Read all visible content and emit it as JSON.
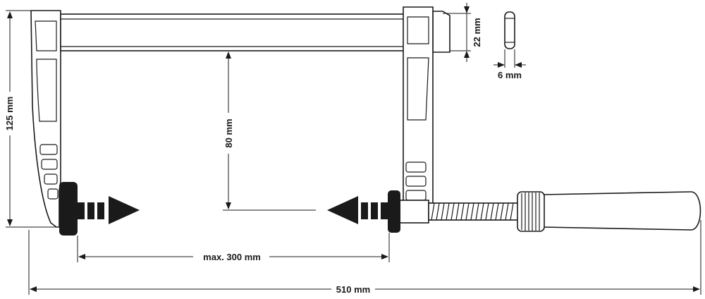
{
  "diagram": {
    "dimensions": {
      "overall_length": "510 mm",
      "max_opening": "max. 300 mm",
      "throat_depth": "80 mm",
      "height": "125 mm",
      "bar_height": "22 mm",
      "bar_thickness": "6 mm"
    },
    "colors": {
      "stroke": "#1a1a1a",
      "fill": "#ffffff",
      "pad": "#1a1a1a"
    }
  }
}
